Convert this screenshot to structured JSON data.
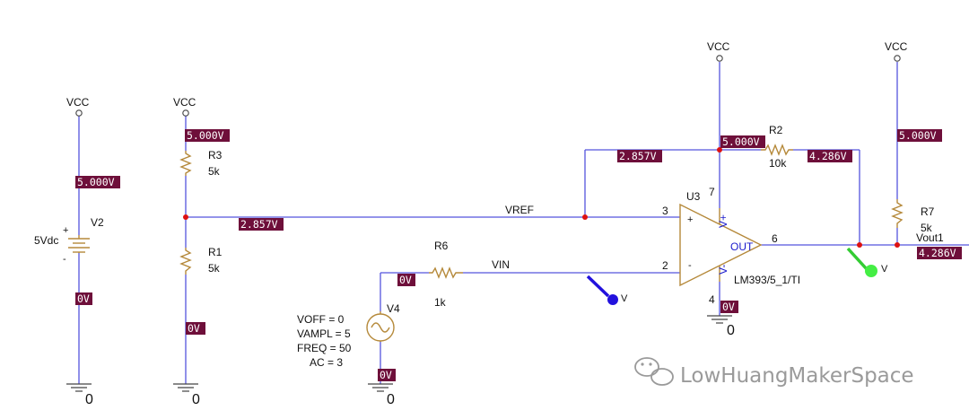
{
  "power": {
    "vcc": "VCC",
    "ground": "0"
  },
  "parts": {
    "r1": {
      "name": "R1",
      "value": "5k"
    },
    "r2": {
      "name": "R2",
      "value": "10k"
    },
    "r3": {
      "name": "R3",
      "value": "5k"
    },
    "r6": {
      "name": "R6",
      "value": "1k"
    },
    "r7": {
      "name": "R7",
      "value": "5k"
    },
    "v2": {
      "name": "V2",
      "value": "5Vdc",
      "plus": "+",
      "minus": "-"
    },
    "v4": {
      "name": "V4",
      "params": [
        "VOFF = 0",
        "VAMPL = 5",
        "FREQ = 50",
        "AC = 3"
      ]
    },
    "u3": {
      "name": "U3",
      "model": "LM393/5_1/TI",
      "pin_plus": "3",
      "pin_minus": "2",
      "pin_out": "6",
      "pin_vplus": "7",
      "pin_vminus": "4",
      "sym_plus": "+",
      "sym_minus": "-",
      "sym_vplus": "V+",
      "sym_vminus": "V-",
      "out_label": "OUT"
    }
  },
  "nets": {
    "vref": "VREF",
    "vin": "VIN",
    "vout": "Vout1"
  },
  "voltages": {
    "v2_top": "5.000V",
    "v2_bot": "0V",
    "r3_top": "5.000V",
    "divider": "2.857V",
    "r1_bot": "0V",
    "v4_top": "0V",
    "v4_bot": "0V",
    "fb_node": "2.857V",
    "u3_vplus": "5.000V",
    "r2_right": "4.286V",
    "u3_vminus": "0V",
    "r7_top": "5.000V",
    "vout": "4.286V"
  },
  "probes": {
    "vin_probe": "V",
    "vout_probe": "V"
  },
  "watermark": "LowHuangMakerSpace",
  "colors": {
    "wire": "#5555dd",
    "part": "#b5893a",
    "label_bg": "#6e0f3a",
    "junction": "#dd1111",
    "probe_blue": "#2211dd",
    "probe_green": "#33dd33"
  }
}
